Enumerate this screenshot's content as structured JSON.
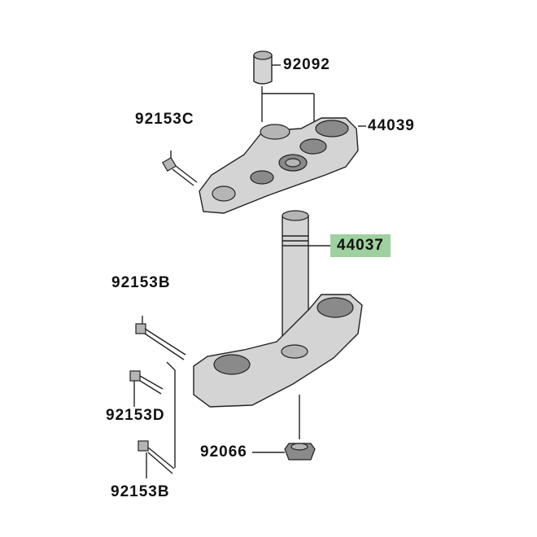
{
  "diagram": {
    "highlight_color": "#9fd09f",
    "labels": {
      "sleeve": "92092",
      "bolt_top": "92153C",
      "upper_bracket": "44039",
      "steering_stem": "44037",
      "bolt_b_upper": "92153B",
      "bolt_d": "92153D",
      "nut": "92066",
      "bolt_b_lower": "92153B"
    }
  }
}
